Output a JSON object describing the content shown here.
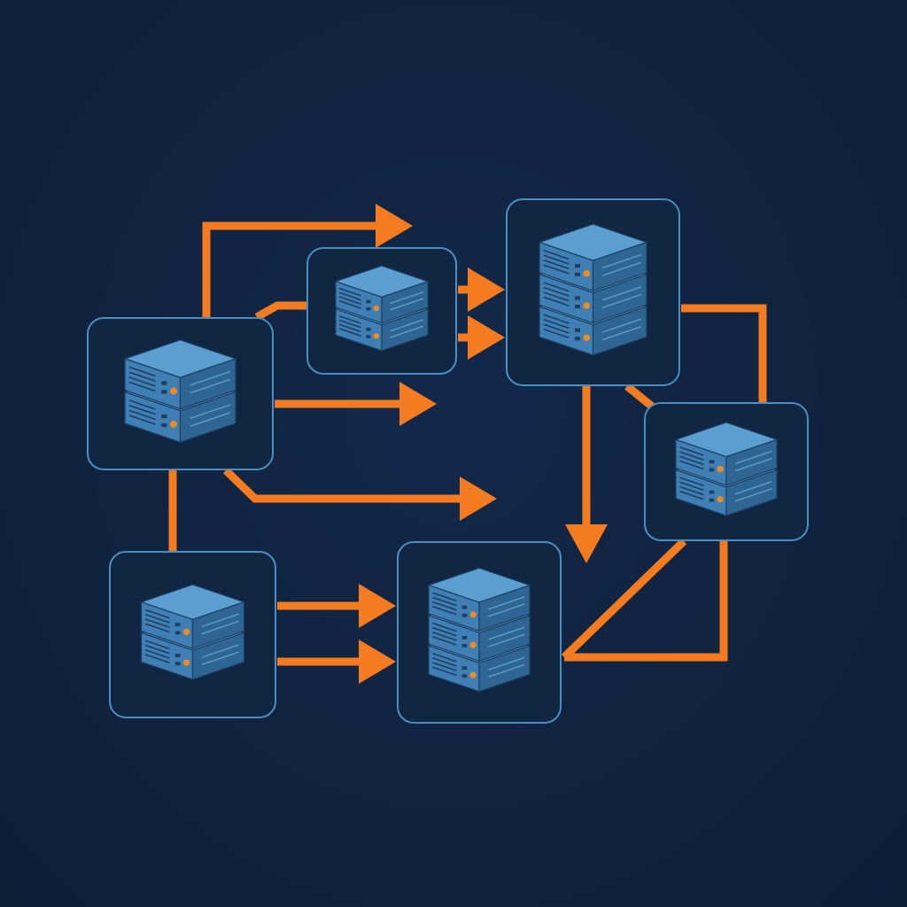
{
  "colors": {
    "background": "#10233e",
    "node_border": "#4a8fc4",
    "node_fill": "#112640",
    "server_top": "#5a9fd0",
    "server_front": "#3f7fb4",
    "server_side": "#2f6592",
    "server_line": "#1c3f63",
    "led": "#f28a1e",
    "arrow": "#f47b20"
  },
  "nodes": [
    {
      "id": "node-left",
      "units": 2
    },
    {
      "id": "node-top-middle",
      "units": 2
    },
    {
      "id": "node-top-right",
      "units": 3
    },
    {
      "id": "node-right",
      "units": 2
    },
    {
      "id": "node-bottom-left",
      "units": 2
    },
    {
      "id": "node-bottom-center",
      "units": 3
    }
  ],
  "connections": [
    {
      "id": "left-to-top-loop",
      "from": "node-left",
      "to": "top-arrow",
      "arrow": true
    },
    {
      "id": "left-to-top-middle",
      "from": "node-left",
      "to": "node-top-middle",
      "arrow": false
    },
    {
      "id": "top-middle-to-top-right-a",
      "from": "node-top-middle",
      "to": "node-top-right",
      "arrow": true
    },
    {
      "id": "top-middle-to-top-right-b",
      "from": "node-top-middle",
      "to": "node-top-right",
      "arrow": true
    },
    {
      "id": "left-right-arrow",
      "from": "node-left",
      "to": "open",
      "arrow": true
    },
    {
      "id": "left-diagonal-arrow",
      "from": "node-left",
      "to": "open",
      "arrow": true
    },
    {
      "id": "left-to-bottom-left",
      "from": "node-left",
      "to": "node-bottom-left",
      "arrow": false
    },
    {
      "id": "top-right-down-arrow",
      "from": "node-top-right",
      "to": "open",
      "arrow": true
    },
    {
      "id": "top-right-to-right-loop",
      "from": "node-top-right",
      "to": "node-right",
      "arrow": false
    },
    {
      "id": "top-right-to-right-diag",
      "from": "node-top-right",
      "to": "node-right",
      "arrow": false
    },
    {
      "id": "bottom-left-to-bottom-center-a",
      "from": "node-bottom-left",
      "to": "node-bottom-center",
      "arrow": true
    },
    {
      "id": "bottom-left-to-bottom-center-b",
      "from": "node-bottom-left",
      "to": "node-bottom-center",
      "arrow": true
    },
    {
      "id": "right-to-bottom-center-diag",
      "from": "node-right",
      "to": "node-bottom-center",
      "arrow": false
    },
    {
      "id": "right-to-bottom-center-loop",
      "from": "node-right",
      "to": "node-bottom-center",
      "arrow": false
    }
  ]
}
